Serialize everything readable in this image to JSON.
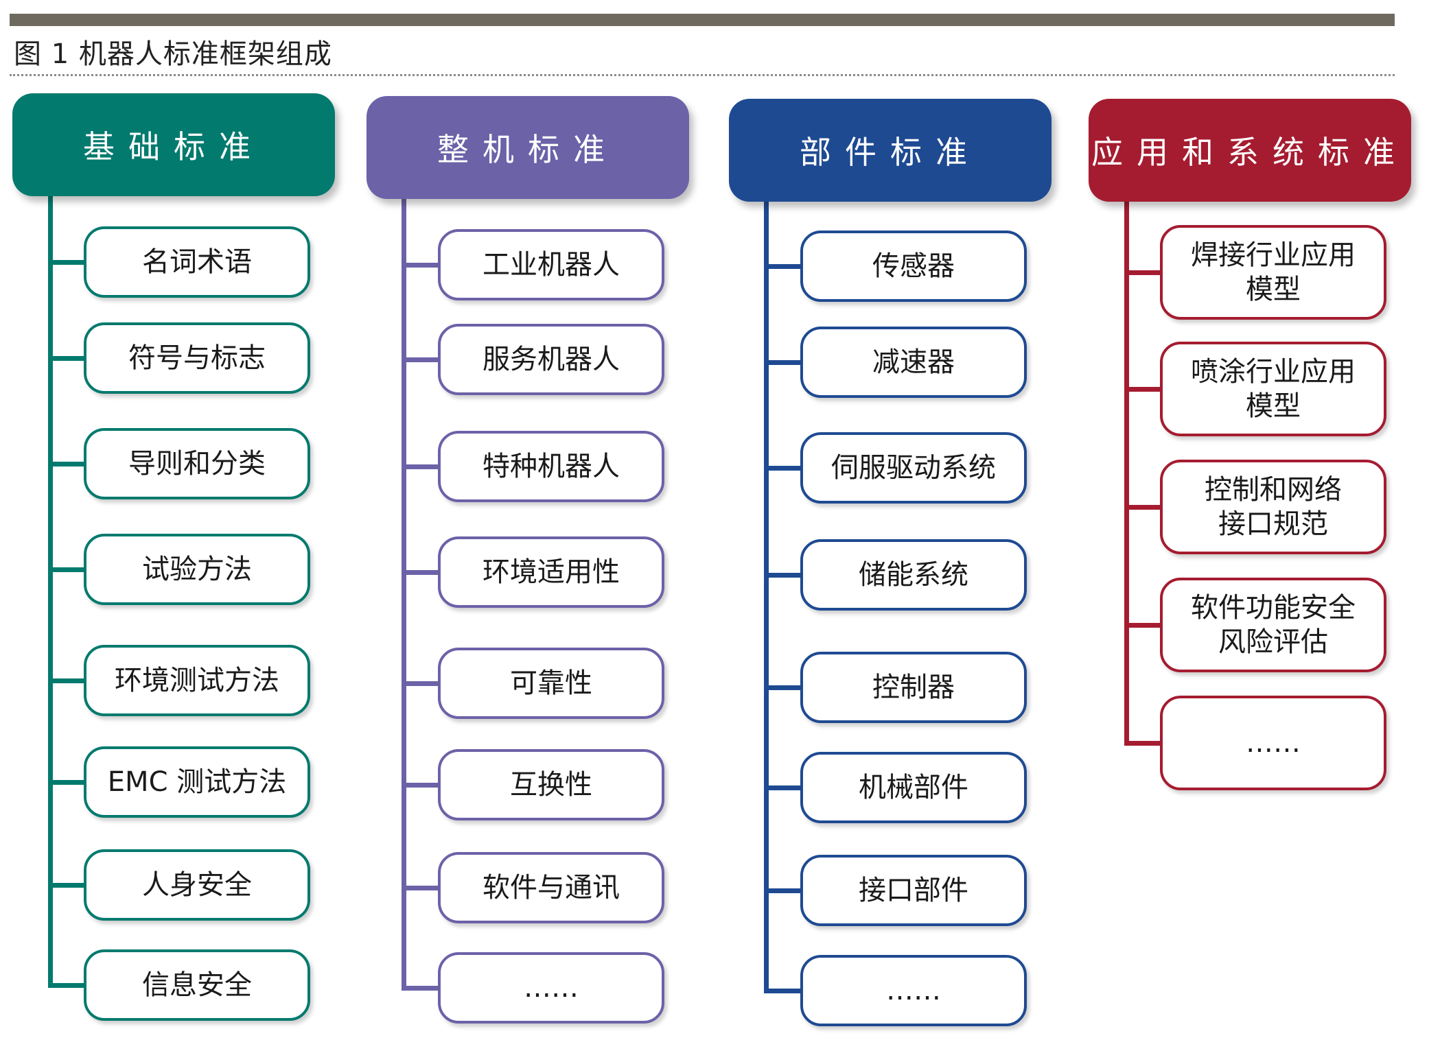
{
  "caption": "图 1  机器人标准框架组成",
  "columns": [
    {
      "title": "基础标准",
      "color": "#037a6e",
      "items": [
        "名词术语",
        "符号与标志",
        "导则和分类",
        "试验方法",
        "环境测试方法",
        "EMC 测试方法",
        "人身安全",
        "信息安全"
      ]
    },
    {
      "title": "整机标准",
      "color": "#6b62a8",
      "items": [
        "工业机器人",
        "服务机器人",
        "特种机器人",
        "环境适用性",
        "可靠性",
        "互换性",
        "软件与通讯",
        "……"
      ]
    },
    {
      "title": "部件标准",
      "color": "#1e4a92",
      "items": [
        "传感器",
        "减速器",
        "伺服驱动系统",
        "储能系统",
        "控制器",
        "机械部件",
        "接口部件",
        "……"
      ]
    },
    {
      "title": "应用和系统标准",
      "color": "#a51c30",
      "items": [
        "焊接行业应用\n模型",
        "喷涂行业应用\n模型",
        "控制和网络\n接口规范",
        "软件功能安全\n风险评估",
        "……"
      ]
    }
  ]
}
